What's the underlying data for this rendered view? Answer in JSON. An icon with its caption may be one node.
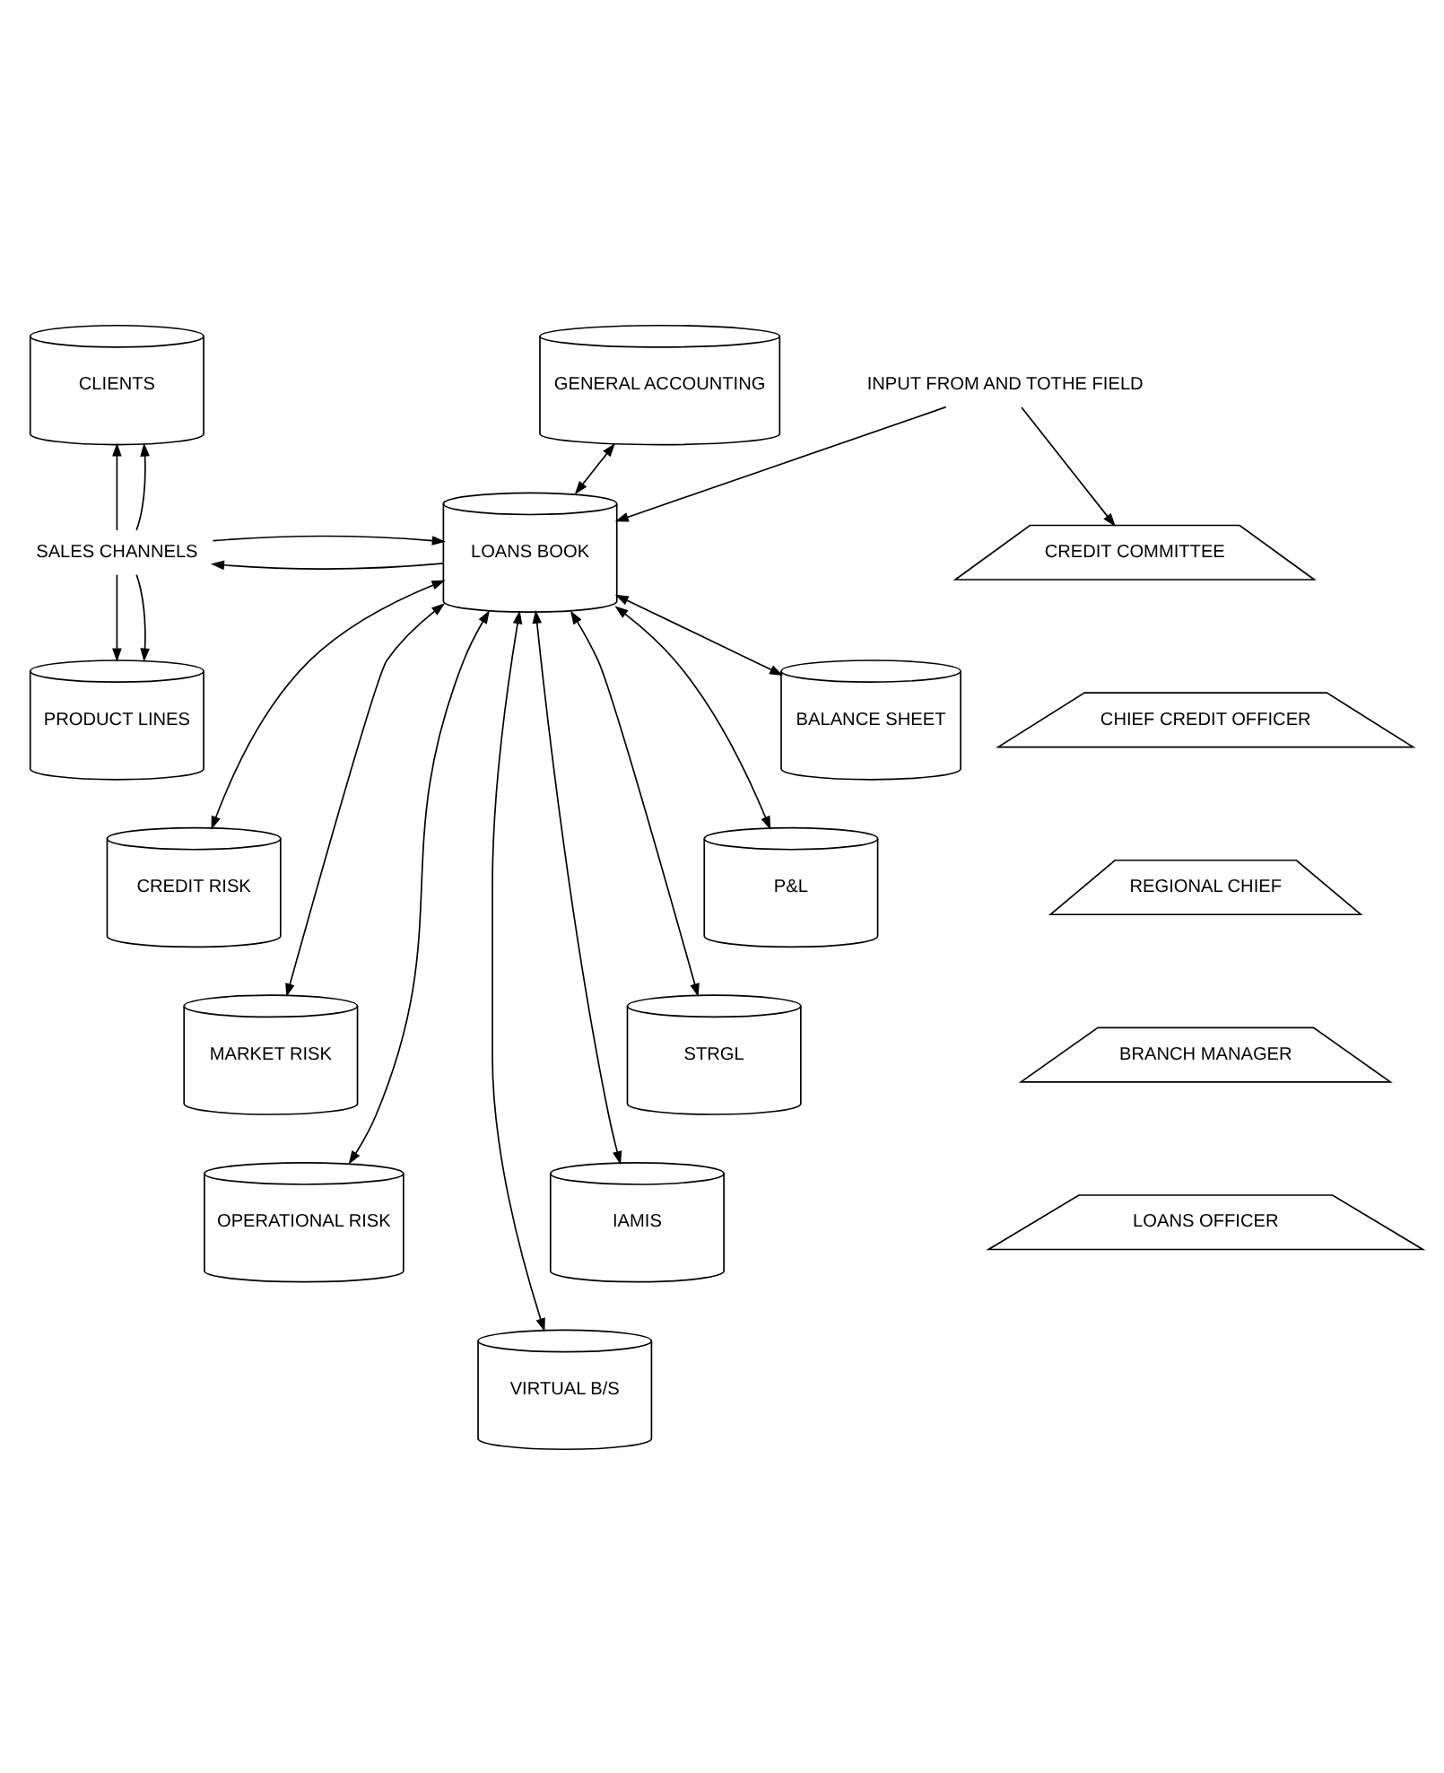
{
  "diagram": {
    "nodes": [
      {
        "text": [
          "CLIENTS"
        ]
      },
      {
        "text": [
          "PRODUCT LINES"
        ]
      },
      {
        "text": [
          "CREDIT RISK"
        ]
      },
      {
        "text": [
          "MARKET RISK"
        ]
      },
      {
        "text": [
          "OPERATIONAL RISK"
        ]
      },
      {
        "text": [
          "LOANS BOOK"
        ]
      },
      {
        "text": [
          "GENERAL ACCOUNTING"
        ]
      },
      {
        "text": [
          "BALANCE SHEET"
        ]
      },
      {
        "text": [
          "P&L"
        ]
      },
      {
        "text": [
          "STRGL"
        ]
      },
      {
        "text": [
          "IAMIS"
        ]
      },
      {
        "text": [
          "VIRTUAL B/S"
        ]
      },
      {
        "text": [
          "SALES CHANNELS"
        ]
      },
      {
        "text": [
          "INPUT FROM AND TOTHE FIELD"
        ]
      },
      {
        "text": [
          "CREDIT COMMITTEE"
        ]
      },
      {
        "text": [
          "CHIEF CREDIT OFFICER"
        ]
      },
      {
        "text": [
          "REGIONAL CHIEF"
        ]
      },
      {
        "text": [
          "BRANCH MANAGER"
        ]
      },
      {
        "text": [
          "LOANS OFFICER"
        ]
      }
    ],
    "edges": [
      {
        "from": 12,
        "to": 0,
        "arrow": "to"
      },
      {
        "from": 12,
        "to": 0,
        "arrow": "to"
      },
      {
        "from": 12,
        "to": 1,
        "arrow": "to"
      },
      {
        "from": 12,
        "to": 1,
        "arrow": "to"
      },
      {
        "from": 5,
        "to": 12,
        "arrow": "to"
      },
      {
        "from": 12,
        "to": 5,
        "arrow": "to"
      },
      {
        "from": 5,
        "to": 6,
        "arrow": "both"
      },
      {
        "from": 5,
        "to": 7,
        "arrow": "both"
      },
      {
        "from": 5,
        "to": 8,
        "arrow": "both"
      },
      {
        "from": 5,
        "to": 9,
        "arrow": "both"
      },
      {
        "from": 5,
        "to": 10,
        "arrow": "both"
      },
      {
        "from": 5,
        "to": 11,
        "arrow": "both"
      },
      {
        "from": 5,
        "to": 2,
        "arrow": "both"
      },
      {
        "from": 5,
        "to": 3,
        "arrow": "both"
      },
      {
        "from": 5,
        "to": 4,
        "arrow": "both"
      },
      {
        "from": 13,
        "to": 5,
        "arrow": "to"
      },
      {
        "from": 13,
        "to": 14,
        "arrow": "to"
      }
    ]
  }
}
